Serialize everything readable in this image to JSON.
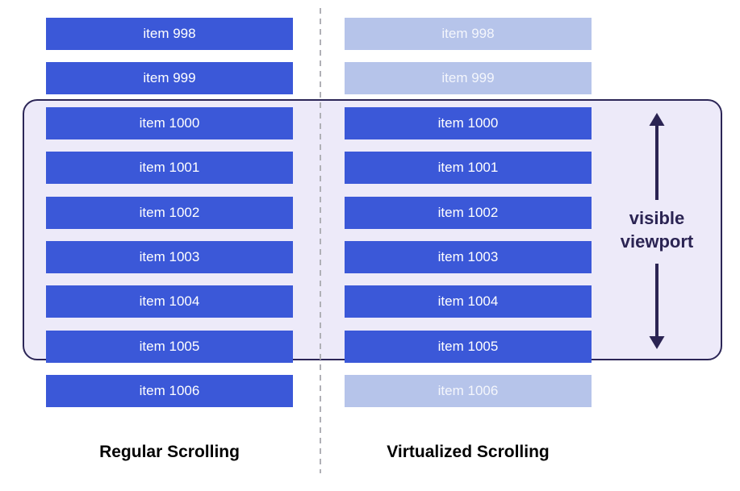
{
  "columns": [
    {
      "caption": "Regular Scrolling",
      "items": [
        {
          "label": "item 998"
        },
        {
          "label": "item 999"
        },
        {
          "label": "item 1000"
        },
        {
          "label": "item 1001"
        },
        {
          "label": "item 1002"
        },
        {
          "label": "item 1003"
        },
        {
          "label": "item 1004"
        },
        {
          "label": "item 1005"
        },
        {
          "label": "item 1006"
        }
      ]
    },
    {
      "caption": "Virtualized Scrolling",
      "items": [
        {
          "label": "item 998",
          "placeholder": true
        },
        {
          "label": "item 999",
          "placeholder": true
        },
        {
          "label": "item 1000"
        },
        {
          "label": "item 1001"
        },
        {
          "label": "item 1002"
        },
        {
          "label": "item 1003"
        },
        {
          "label": "item 1004"
        },
        {
          "label": "item 1005"
        },
        {
          "label": "item 1006",
          "placeholder": true
        }
      ]
    }
  ],
  "viewport_overlay": {
    "label_line1": "visible",
    "label_line2": "viewport"
  },
  "colors": {
    "item_bar": "#3b58d8",
    "item_bar_placeholder": "#b6c4ea",
    "item_text": "#ffffff",
    "viewport_fill": "#edeaf9",
    "viewport_border": "#2c2657",
    "arrow_and_label": "#2b2453",
    "divider": "#b0b0b6",
    "caption_text": "#000000"
  }
}
